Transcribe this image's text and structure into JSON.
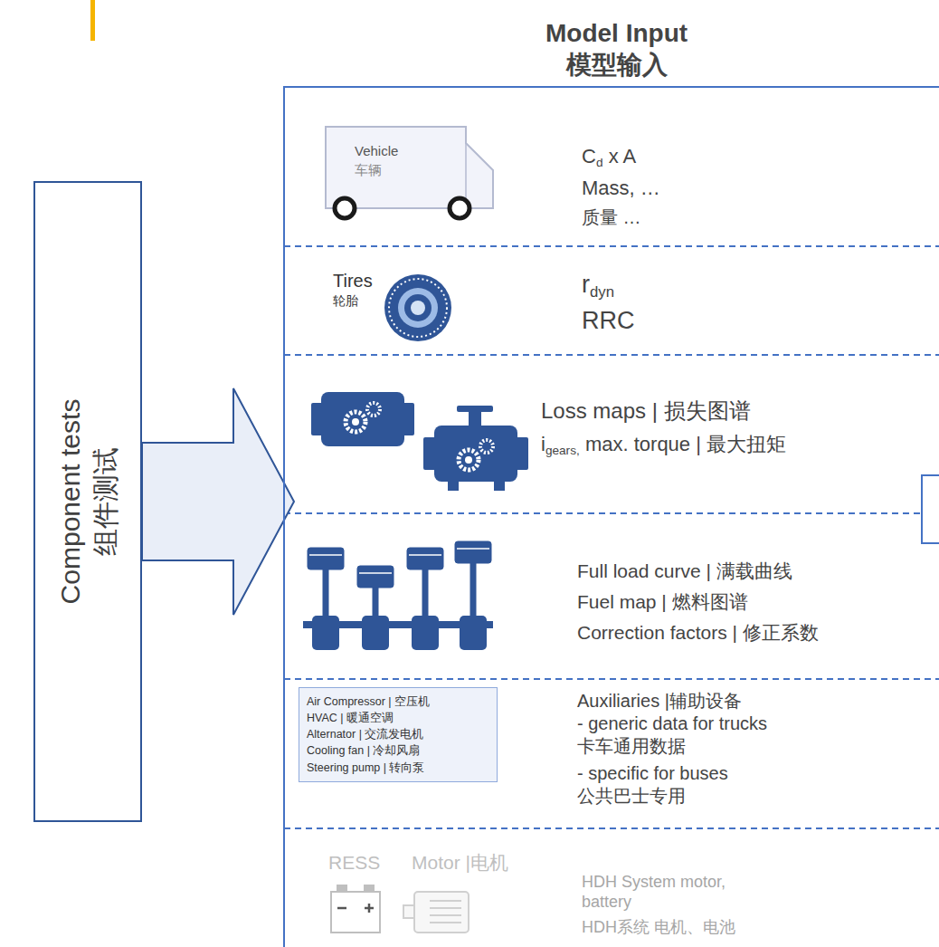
{
  "diagram": {
    "nodes": [
      {
        "text": [
          "Component tests",
          "组件测试"
        ]
      },
      {
        "text": [
          "Model Input",
          "模型输入"
        ]
      },
      {
        "text": [
          "Air Compressor | 空压机",
          "HVAC | 暖通空调",
          "Alternator | 交流发电机",
          "Cooling fan | 冷却风扇",
          "Steering pump | 转向泵"
        ],
        "in": 1
      }
    ],
    "edges": [
      {
        "from": 0,
        "to": 1,
        "arrow": "to"
      }
    ],
    "labels": [
      "Vehicle",
      "车辆",
      "C",
      "d",
      "x A",
      "Mass, …",
      "质量 …",
      "Tires",
      "轮胎",
      "r",
      "dyn",
      "RRC",
      "Loss maps | 损失图谱",
      "i",
      "gears,",
      "max. torque | 最大扭矩",
      "Full load curve | 满载曲线",
      "Fuel map | 燃料图谱",
      "Correction factors | 修正系数",
      "Auxiliaries |辅助设备",
      "- generic data for trucks",
      "卡车通用数据",
      "- specific for buses",
      "公共巴士专用",
      "RESS",
      "Motor |电机",
      "HDH System motor, battery",
      "HDH系统 电机、电池"
    ]
  }
}
